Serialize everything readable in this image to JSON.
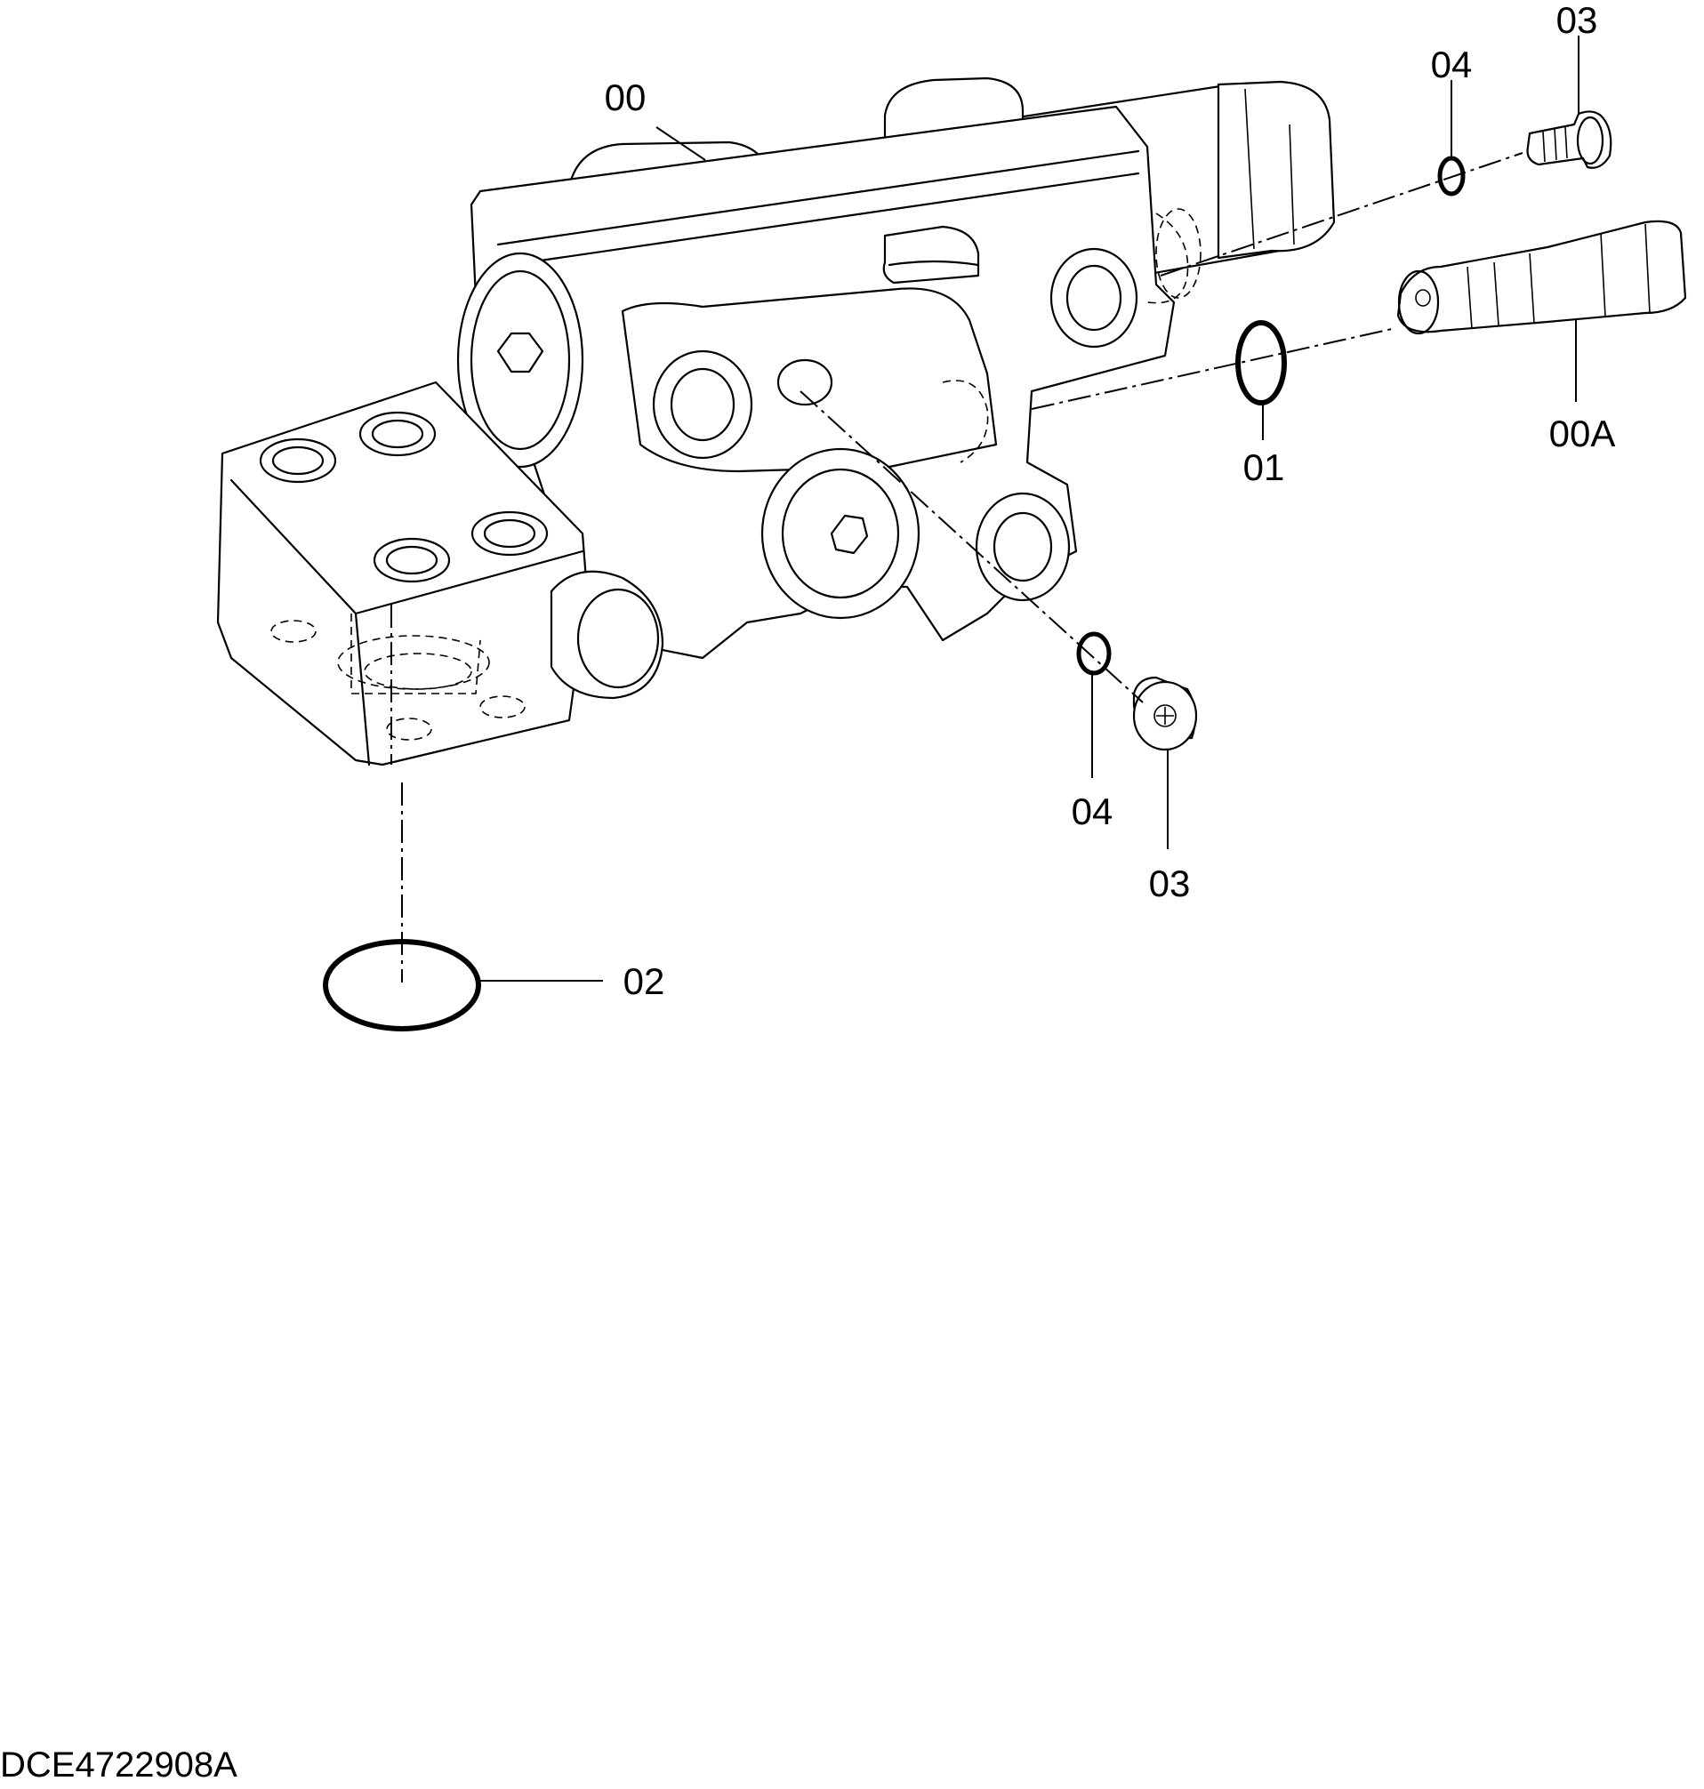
{
  "callouts": [
    {
      "id": "c00",
      "label": "00"
    },
    {
      "id": "c00a",
      "label": "00A"
    },
    {
      "id": "c01",
      "label": "01"
    },
    {
      "id": "c02",
      "label": "02"
    },
    {
      "id": "c03_top",
      "label": "03"
    },
    {
      "id": "c04_top",
      "label": "04"
    },
    {
      "id": "c04_low",
      "label": "04"
    },
    {
      "id": "c03_low",
      "label": "03"
    }
  ],
  "document_id": "DCE4722908A"
}
